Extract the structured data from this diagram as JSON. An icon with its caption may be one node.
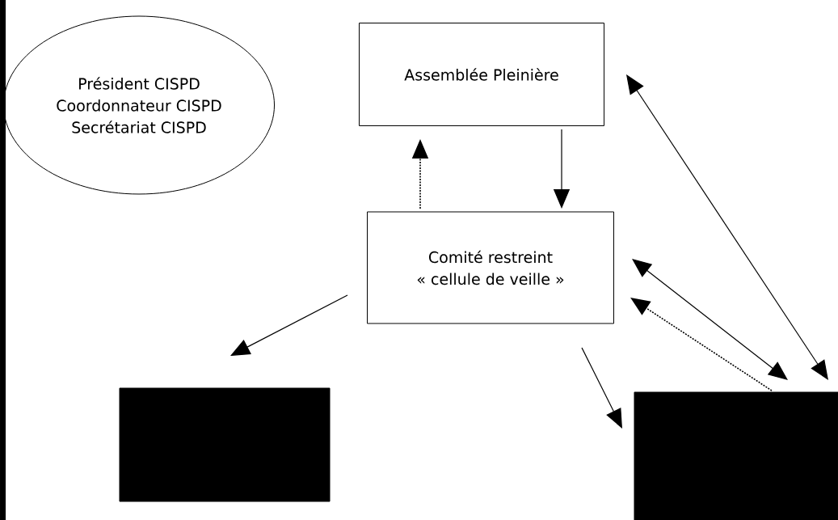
{
  "diagram": {
    "nodes": [
      {
        "text": [
          "Président CISPD",
          "Coordonnateur CISPD",
          "Secrétariat CISPD"
        ]
      },
      {
        "text": [
          "Assemblée Pleinière"
        ]
      },
      {
        "text": [
          "Comité restreint",
          "« cellule de veille »"
        ]
      },
      {
        "text": [],
        "shape": "box"
      },
      {
        "text": [],
        "shape": "box"
      }
    ],
    "edges": [
      {
        "from": 2,
        "to": 1,
        "arrow": "to",
        "style": "dashed"
      },
      {
        "from": 1,
        "to": 2,
        "arrow": "to"
      },
      {
        "from": 2,
        "to": 3,
        "arrow": "to"
      },
      {
        "from": 2,
        "to": 4,
        "arrow": "to"
      },
      {
        "from": 1,
        "to": 4,
        "arrow": "both"
      },
      {
        "from": 2,
        "to": 4,
        "arrow": "both"
      },
      {
        "from": 4,
        "to": 2,
        "arrow": "to",
        "style": "dashed"
      }
    ]
  }
}
